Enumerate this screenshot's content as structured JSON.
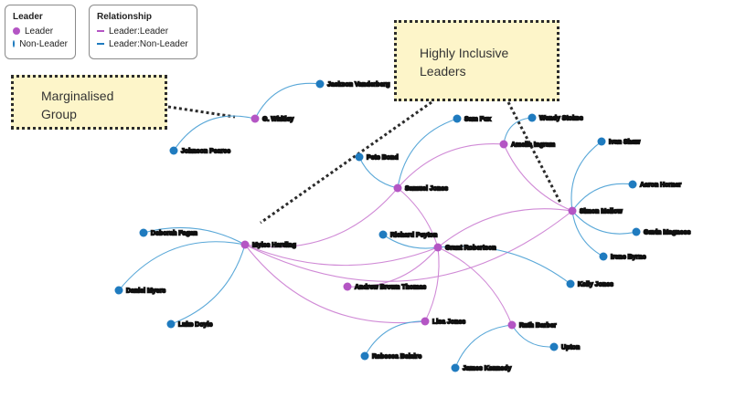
{
  "legend_leader": {
    "title": "Leader",
    "items": [
      {
        "label": "Leader",
        "color": "#b455c4"
      },
      {
        "label": "Non-Leader",
        "color": "#1f7bbf"
      }
    ]
  },
  "legend_relationship": {
    "title": "Relationship",
    "items": [
      {
        "label": "Leader:Leader",
        "color": "#b455c4"
      },
      {
        "label": "Leader:Non-Leader",
        "color": "#1f7bbf"
      }
    ]
  },
  "callouts": {
    "marginalised": "Marginalised Group",
    "inclusive": "Highly Inclusive Leaders"
  },
  "colors": {
    "leader": "#b455c4",
    "non_leader": "#1f7bbf",
    "leader_edge": "#d08ad6",
    "non_leader_edge": "#5aa8d8",
    "callout_fill": "#fdf5c9"
  },
  "nodes": [
    {
      "id": "A",
      "type": "leader",
      "label": "G. Whitley"
    },
    {
      "id": "A1",
      "type": "non-leader",
      "label": "Jackson Vanderberg"
    },
    {
      "id": "A2",
      "type": "non-leader",
      "label": "Johnson Pearce"
    },
    {
      "id": "B",
      "type": "leader",
      "label": "Myles Harding"
    },
    {
      "id": "B1",
      "type": "non-leader",
      "label": "Deborah Fagan"
    },
    {
      "id": "B2",
      "type": "non-leader",
      "label": "Daniel Myers"
    },
    {
      "id": "B3",
      "type": "non-leader",
      "label": "Luke Doyle"
    },
    {
      "id": "C",
      "type": "leader",
      "label": "Samuel Jones"
    },
    {
      "id": "C1",
      "type": "non-leader",
      "label": "Pete Bond"
    },
    {
      "id": "C2",
      "type": "non-leader",
      "label": "Sam Fox"
    },
    {
      "id": "D",
      "type": "leader",
      "label": "Grant Robertson"
    },
    {
      "id": "D1",
      "type": "non-leader",
      "label": "Richard Peyton"
    },
    {
      "id": "D2",
      "type": "non-leader",
      "label": "Kelly Jones"
    },
    {
      "id": "E",
      "type": "leader",
      "label": "Andrew Brown Thomas"
    },
    {
      "id": "F",
      "type": "leader",
      "label": "Lisa Jones"
    },
    {
      "id": "F1",
      "type": "non-leader",
      "label": "Rebecca Belaire"
    },
    {
      "id": "G",
      "type": "leader",
      "label": "Ruth Barber"
    },
    {
      "id": "G1",
      "type": "non-leader",
      "label": "James Kennedy"
    },
    {
      "id": "G2",
      "type": "non-leader",
      "label": "Upton"
    },
    {
      "id": "H",
      "type": "leader",
      "label": "Amelia Ingram"
    },
    {
      "id": "H1",
      "type": "non-leader",
      "label": "Wendy Stokes"
    },
    {
      "id": "I",
      "type": "leader",
      "label": "Simon Mellow"
    },
    {
      "id": "I1",
      "type": "non-leader",
      "label": "Ivan Shaw"
    },
    {
      "id": "I2",
      "type": "non-leader",
      "label": "Aaron Horner"
    },
    {
      "id": "I3",
      "type": "non-leader",
      "label": "Gavin Magness"
    },
    {
      "id": "I4",
      "type": "non-leader",
      "label": "Irene Byrne"
    }
  ],
  "edges": [
    {
      "source": "A",
      "target": "A1",
      "kind": "leader-non-leader"
    },
    {
      "source": "A",
      "target": "A2",
      "kind": "leader-non-leader"
    },
    {
      "source": "B",
      "target": "B1",
      "kind": "leader-non-leader"
    },
    {
      "source": "B",
      "target": "B2",
      "kind": "leader-non-leader"
    },
    {
      "source": "B",
      "target": "B3",
      "kind": "leader-non-leader"
    },
    {
      "source": "B",
      "target": "C",
      "kind": "leader-leader"
    },
    {
      "source": "B",
      "target": "D",
      "kind": "leader-leader"
    },
    {
      "source": "B",
      "target": "F",
      "kind": "leader-leader"
    },
    {
      "source": "B",
      "target": "I",
      "kind": "leader-leader"
    },
    {
      "source": "C",
      "target": "C1",
      "kind": "leader-non-leader"
    },
    {
      "source": "C",
      "target": "C2",
      "kind": "leader-non-leader"
    },
    {
      "source": "C",
      "target": "D",
      "kind": "leader-leader"
    },
    {
      "source": "C",
      "target": "H",
      "kind": "leader-leader"
    },
    {
      "source": "D",
      "target": "D1",
      "kind": "leader-non-leader"
    },
    {
      "source": "D",
      "target": "D2",
      "kind": "leader-non-leader"
    },
    {
      "source": "D",
      "target": "E",
      "kind": "leader-leader"
    },
    {
      "source": "D",
      "target": "F",
      "kind": "leader-leader"
    },
    {
      "source": "D",
      "target": "G",
      "kind": "leader-leader"
    },
    {
      "source": "D",
      "target": "I",
      "kind": "leader-leader"
    },
    {
      "source": "F",
      "target": "F1",
      "kind": "leader-non-leader"
    },
    {
      "source": "G",
      "target": "G1",
      "kind": "leader-non-leader"
    },
    {
      "source": "G",
      "target": "G2",
      "kind": "leader-non-leader"
    },
    {
      "source": "H",
      "target": "H1",
      "kind": "leader-non-leader"
    },
    {
      "source": "H",
      "target": "I",
      "kind": "leader-leader"
    },
    {
      "source": "I",
      "target": "I1",
      "kind": "leader-non-leader"
    },
    {
      "source": "I",
      "target": "I2",
      "kind": "leader-non-leader"
    },
    {
      "source": "I",
      "target": "I3",
      "kind": "leader-non-leader"
    },
    {
      "source": "I",
      "target": "I4",
      "kind": "leader-non-leader"
    }
  ]
}
